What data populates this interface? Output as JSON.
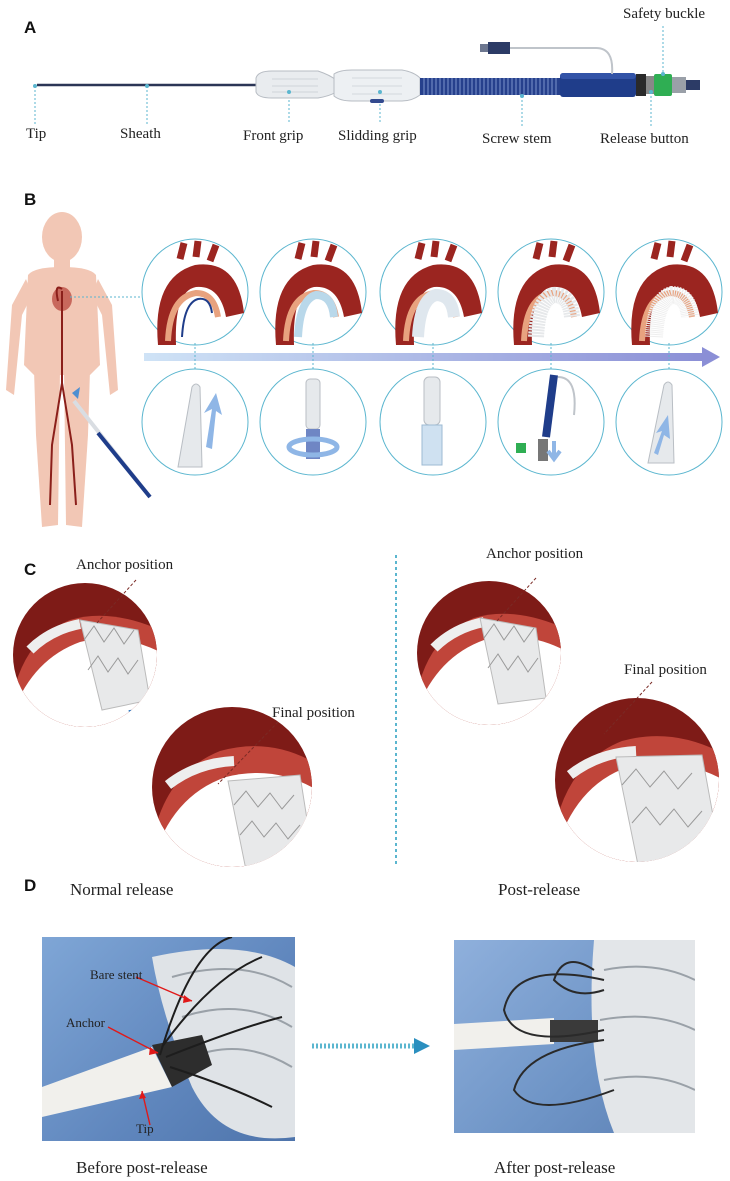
{
  "panels": {
    "a": {
      "letter": "A",
      "labels": {
        "tip": "Tip",
        "sheath": "Sheath",
        "front_grip": "Front grip",
        "sliding_grip": "Slidding grip",
        "screw_stem": "Screw stem",
        "release_button": "Release button",
        "safety_buckle": "Safety buckle"
      }
    },
    "b": {
      "letter": "B"
    },
    "c": {
      "letter": "C",
      "left": {
        "anchor_label": "Anchor position",
        "final_label": "Final position",
        "caption": "Normal release"
      },
      "right": {
        "anchor_label": "Anchor position",
        "final_label": "Final position",
        "caption": "Post-release"
      }
    },
    "d": {
      "letter": "D",
      "left": {
        "bare_stent": "Bare stent",
        "anchor": "Anchor",
        "tip": "Tip",
        "caption": "Before post-release"
      },
      "right": {
        "caption": "After post-release"
      }
    }
  },
  "colors": {
    "accent_cyan": "#5bb6cf",
    "aorta_red": "#8b1f1a",
    "body_skin": "#f2c7b5",
    "device_blue": "#1f3d8a",
    "arrow_blue": "#8fb6e6"
  }
}
